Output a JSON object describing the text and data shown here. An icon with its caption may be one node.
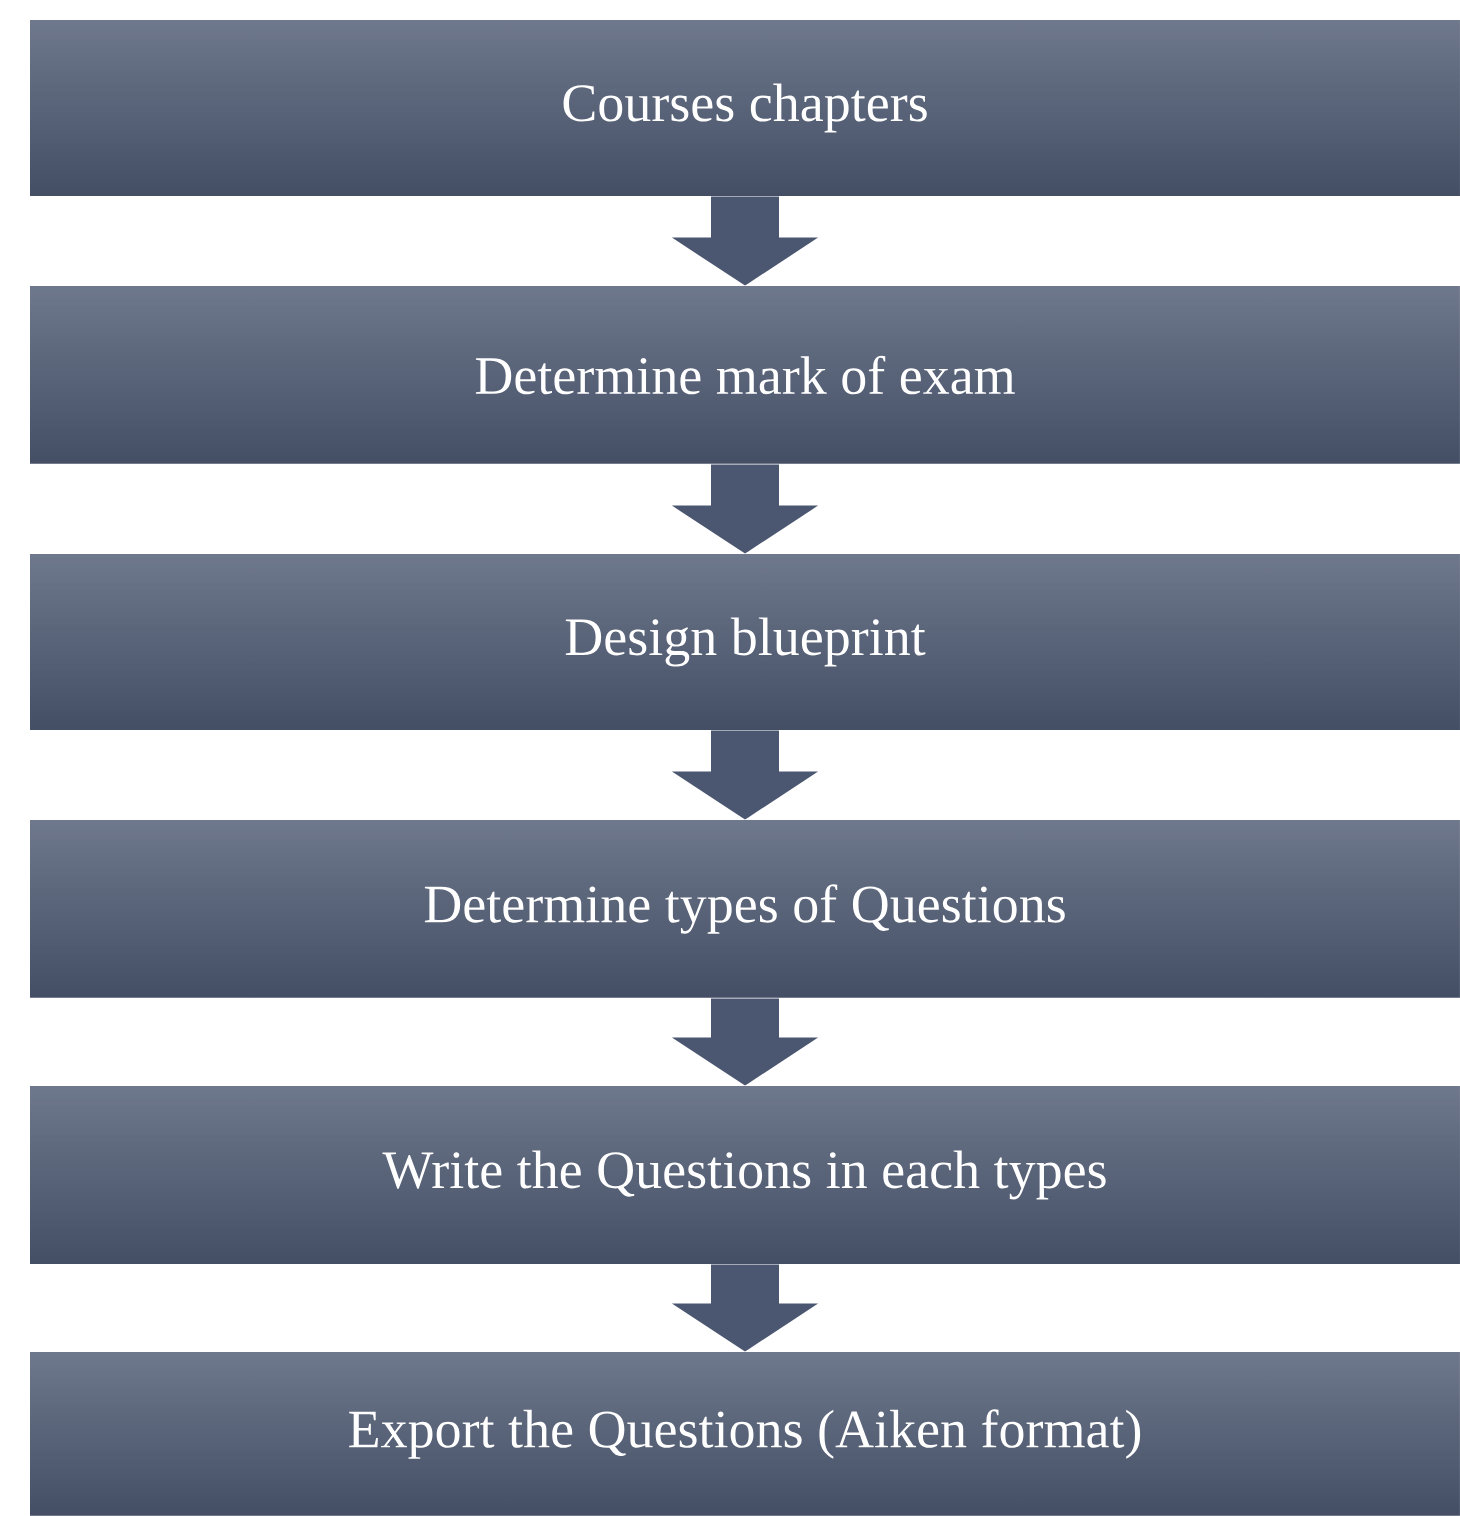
{
  "diagram": {
    "nodes": [
      {
        "text": [
          "Courses chapters"
        ]
      },
      {
        "text": [
          "Determine mark of exam"
        ]
      },
      {
        "text": [
          "Design blueprint"
        ]
      },
      {
        "text": [
          "Determine types of Questions"
        ]
      },
      {
        "text": [
          "Write the Questions in each types"
        ]
      },
      {
        "text": [
          "Export  the Questions (Aiken format)"
        ]
      }
    ],
    "edges": [
      {
        "from": 0,
        "to": 1,
        "arrow": "to"
      },
      {
        "from": 1,
        "to": 2,
        "arrow": "to"
      },
      {
        "from": 2,
        "to": 3,
        "arrow": "to"
      },
      {
        "from": 3,
        "to": 4,
        "arrow": "to"
      },
      {
        "from": 4,
        "to": 5,
        "arrow": "to"
      }
    ]
  }
}
